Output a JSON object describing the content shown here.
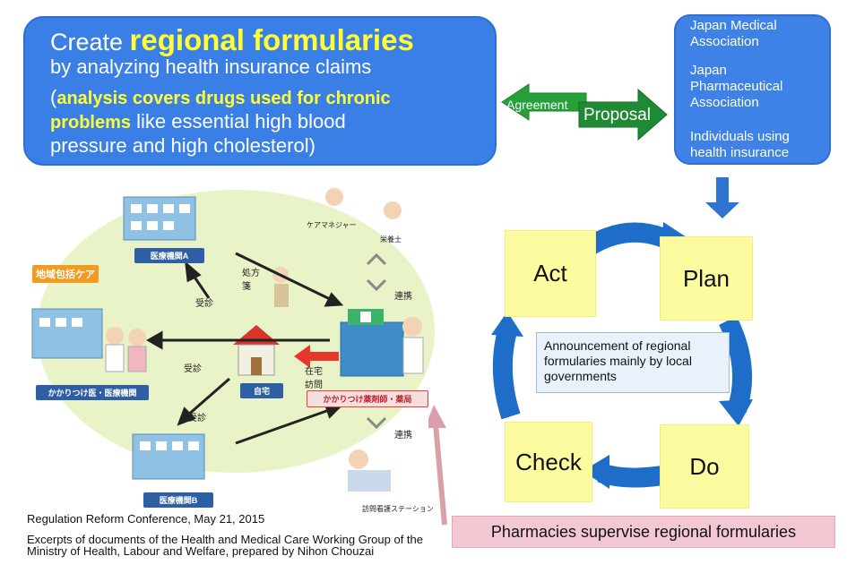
{
  "main_box": {
    "create": "Create ",
    "regional": "regional formularies",
    "line2": "by analyzing health insurance claims",
    "paren_open": "(",
    "analysis_bold": "analysis covers drugs used for chronic",
    "problems_bold": "problems",
    "rest1": " like essential high blood",
    "rest2": "pressure and high cholesterol)"
  },
  "arrows": {
    "agreement": "Agreement",
    "proposal": "Proposal"
  },
  "partners": {
    "p1": "Japan Medical Association",
    "p2": "Japan Pharmaceutical Association",
    "p3": "Individuals using health insurance"
  },
  "pdca": {
    "act": "Act",
    "plan": "Plan",
    "check": "Check",
    "do": "Do",
    "center": "Announcement of regional formularies mainly by local governments"
  },
  "pharmacies": "Pharmacies supervise regional formularies",
  "footnotes": {
    "line1": "Regulation Reform Conference, May 21, 2015",
    "line2": "Excerpts of documents of the Health and Medical Care Working Group of the Ministry of Health, Labour and Welfare, prepared by Nihon Chouzai"
  },
  "illustration": {
    "region_care": "地域包括ケア",
    "hospital_a": "医療機関A",
    "hospital_b": "医療機関B",
    "family_doctor": "かかりつけ医・医療機関",
    "home": "自宅",
    "pharmacy": "かかりつけ薬剤師・薬局",
    "consult1": "受診",
    "consult2": "受診",
    "consult3": "受診",
    "prescription": "処方箋",
    "home_visit": "在宅訪問",
    "link1": "連携",
    "link2": "連携",
    "care_manager": "ケアマネジャー",
    "dietitian": "栄養士",
    "nurse_station": "訪問看護ステーション"
  }
}
